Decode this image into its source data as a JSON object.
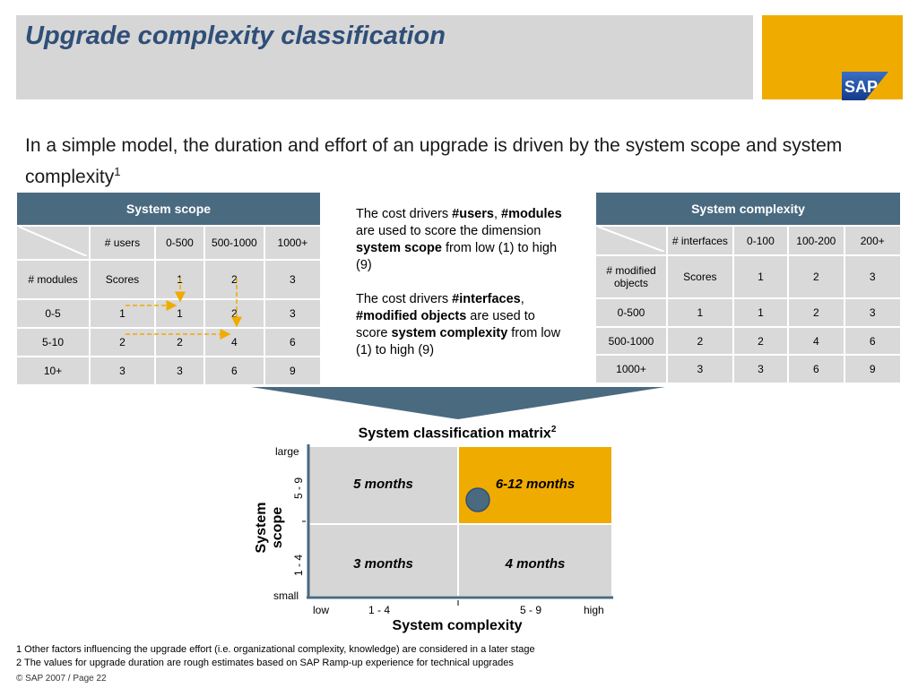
{
  "header": {
    "title": "Upgrade complexity classification"
  },
  "logo": {
    "text": "SAP",
    "color": "#1a3e8c"
  },
  "intro": {
    "text": "In a simple model, the duration and effort of an upgrade is driven by the system scope and system complexity",
    "sup": "1"
  },
  "scope_table": {
    "title": "System scope",
    "col_label": "# users",
    "row_label": "# modules",
    "score_label": "Scores",
    "ranges": [
      "0-500",
      "500-1000",
      "1000+"
    ],
    "scores": [
      "1",
      "2",
      "3"
    ],
    "rows": [
      {
        "range": "0-5",
        "score": "1",
        "values": [
          "1",
          "2",
          "3"
        ]
      },
      {
        "range": "5-10",
        "score": "2",
        "values": [
          "2",
          "4",
          "6"
        ]
      },
      {
        "range": "10+",
        "score": "3",
        "values": [
          "3",
          "6",
          "9"
        ]
      }
    ]
  },
  "complexity_table": {
    "title": "System complexity",
    "col_label": "# interfaces",
    "row_label": "# modified objects",
    "score_label": "Scores",
    "ranges": [
      "0-100",
      "100-200",
      "200+"
    ],
    "scores": [
      "1",
      "2",
      "3"
    ],
    "rows": [
      {
        "range": "0-500",
        "score": "1",
        "values": [
          "1",
          "2",
          "3"
        ]
      },
      {
        "range": "500-1000",
        "score": "2",
        "values": [
          "2",
          "4",
          "6"
        ]
      },
      {
        "range": "1000+",
        "score": "3",
        "values": [
          "3",
          "6",
          "9"
        ]
      }
    ]
  },
  "middle": {
    "p1": {
      "a": "The cost drivers ",
      "b": "#users",
      "c": ", ",
      "d": "#modules",
      "e": " are used to score the dimension ",
      "f": "system scope",
      "g": " from low (1) to high (9)"
    },
    "p2": {
      "a": "The cost drivers ",
      "b": "#interfaces",
      "c": ", ",
      "d": "#modified objects",
      "e": " are used to score ",
      "f": "system complexity",
      "g": " from low (1) to high (9)"
    }
  },
  "matrix": {
    "title": "System classification matrix",
    "title_sup": "2",
    "cells": {
      "top_left": "5 months",
      "top_right": "6-12 months",
      "bottom_left": "3 months",
      "bottom_right": "4 months"
    },
    "y_title": "System scope",
    "y_large": "large",
    "y_small": "small",
    "y_high_range": "5 - 9",
    "y_low_range": "1 - 4",
    "x_title": "System complexity",
    "x_low": "low",
    "x_high": "high",
    "x_low_range": "1 - 4",
    "x_high_range": "5 - 9",
    "highlight_color": "#f0ab00",
    "marker_color": "#4a6a80"
  },
  "footnotes": {
    "f1": "1 Other factors influencing the upgrade effort (i.e. organizational complexity, knowledge) are considered in a later stage",
    "f2": "2 The values for upgrade duration are rough estimates based on SAP Ramp-up experience for technical upgrades"
  },
  "copyright": "© SAP 2007 / Page 22"
}
